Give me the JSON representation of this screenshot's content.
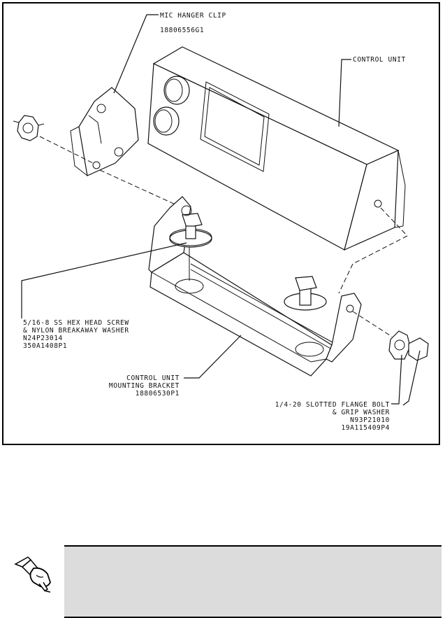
{
  "labels": {
    "mic_clip_1": "MIC HANGER CLIP",
    "mic_clip_2": "18806556G1",
    "control_unit": "CONTROL UNIT",
    "screw_1": "5/16-8 SS HEX HEAD SCREW",
    "screw_2": "& NYLON BREAKAWAY WASHER",
    "screw_3": "N24P23014",
    "screw_4": "350A1408P1",
    "bracket_1": "CONTROL UNIT",
    "bracket_2": "MOUNTING BRACKET",
    "bracket_3": "18806530P1",
    "bolt_1": "1/4-20 SLOTTED FLANGE BOLT",
    "bolt_2": "& GRIP WASHER",
    "bolt_3": "N93P21010",
    "bolt_4": "19A115409P4"
  },
  "note": {
    "icon": "pencil-hand-icon",
    "background": "#dcdcdc"
  }
}
